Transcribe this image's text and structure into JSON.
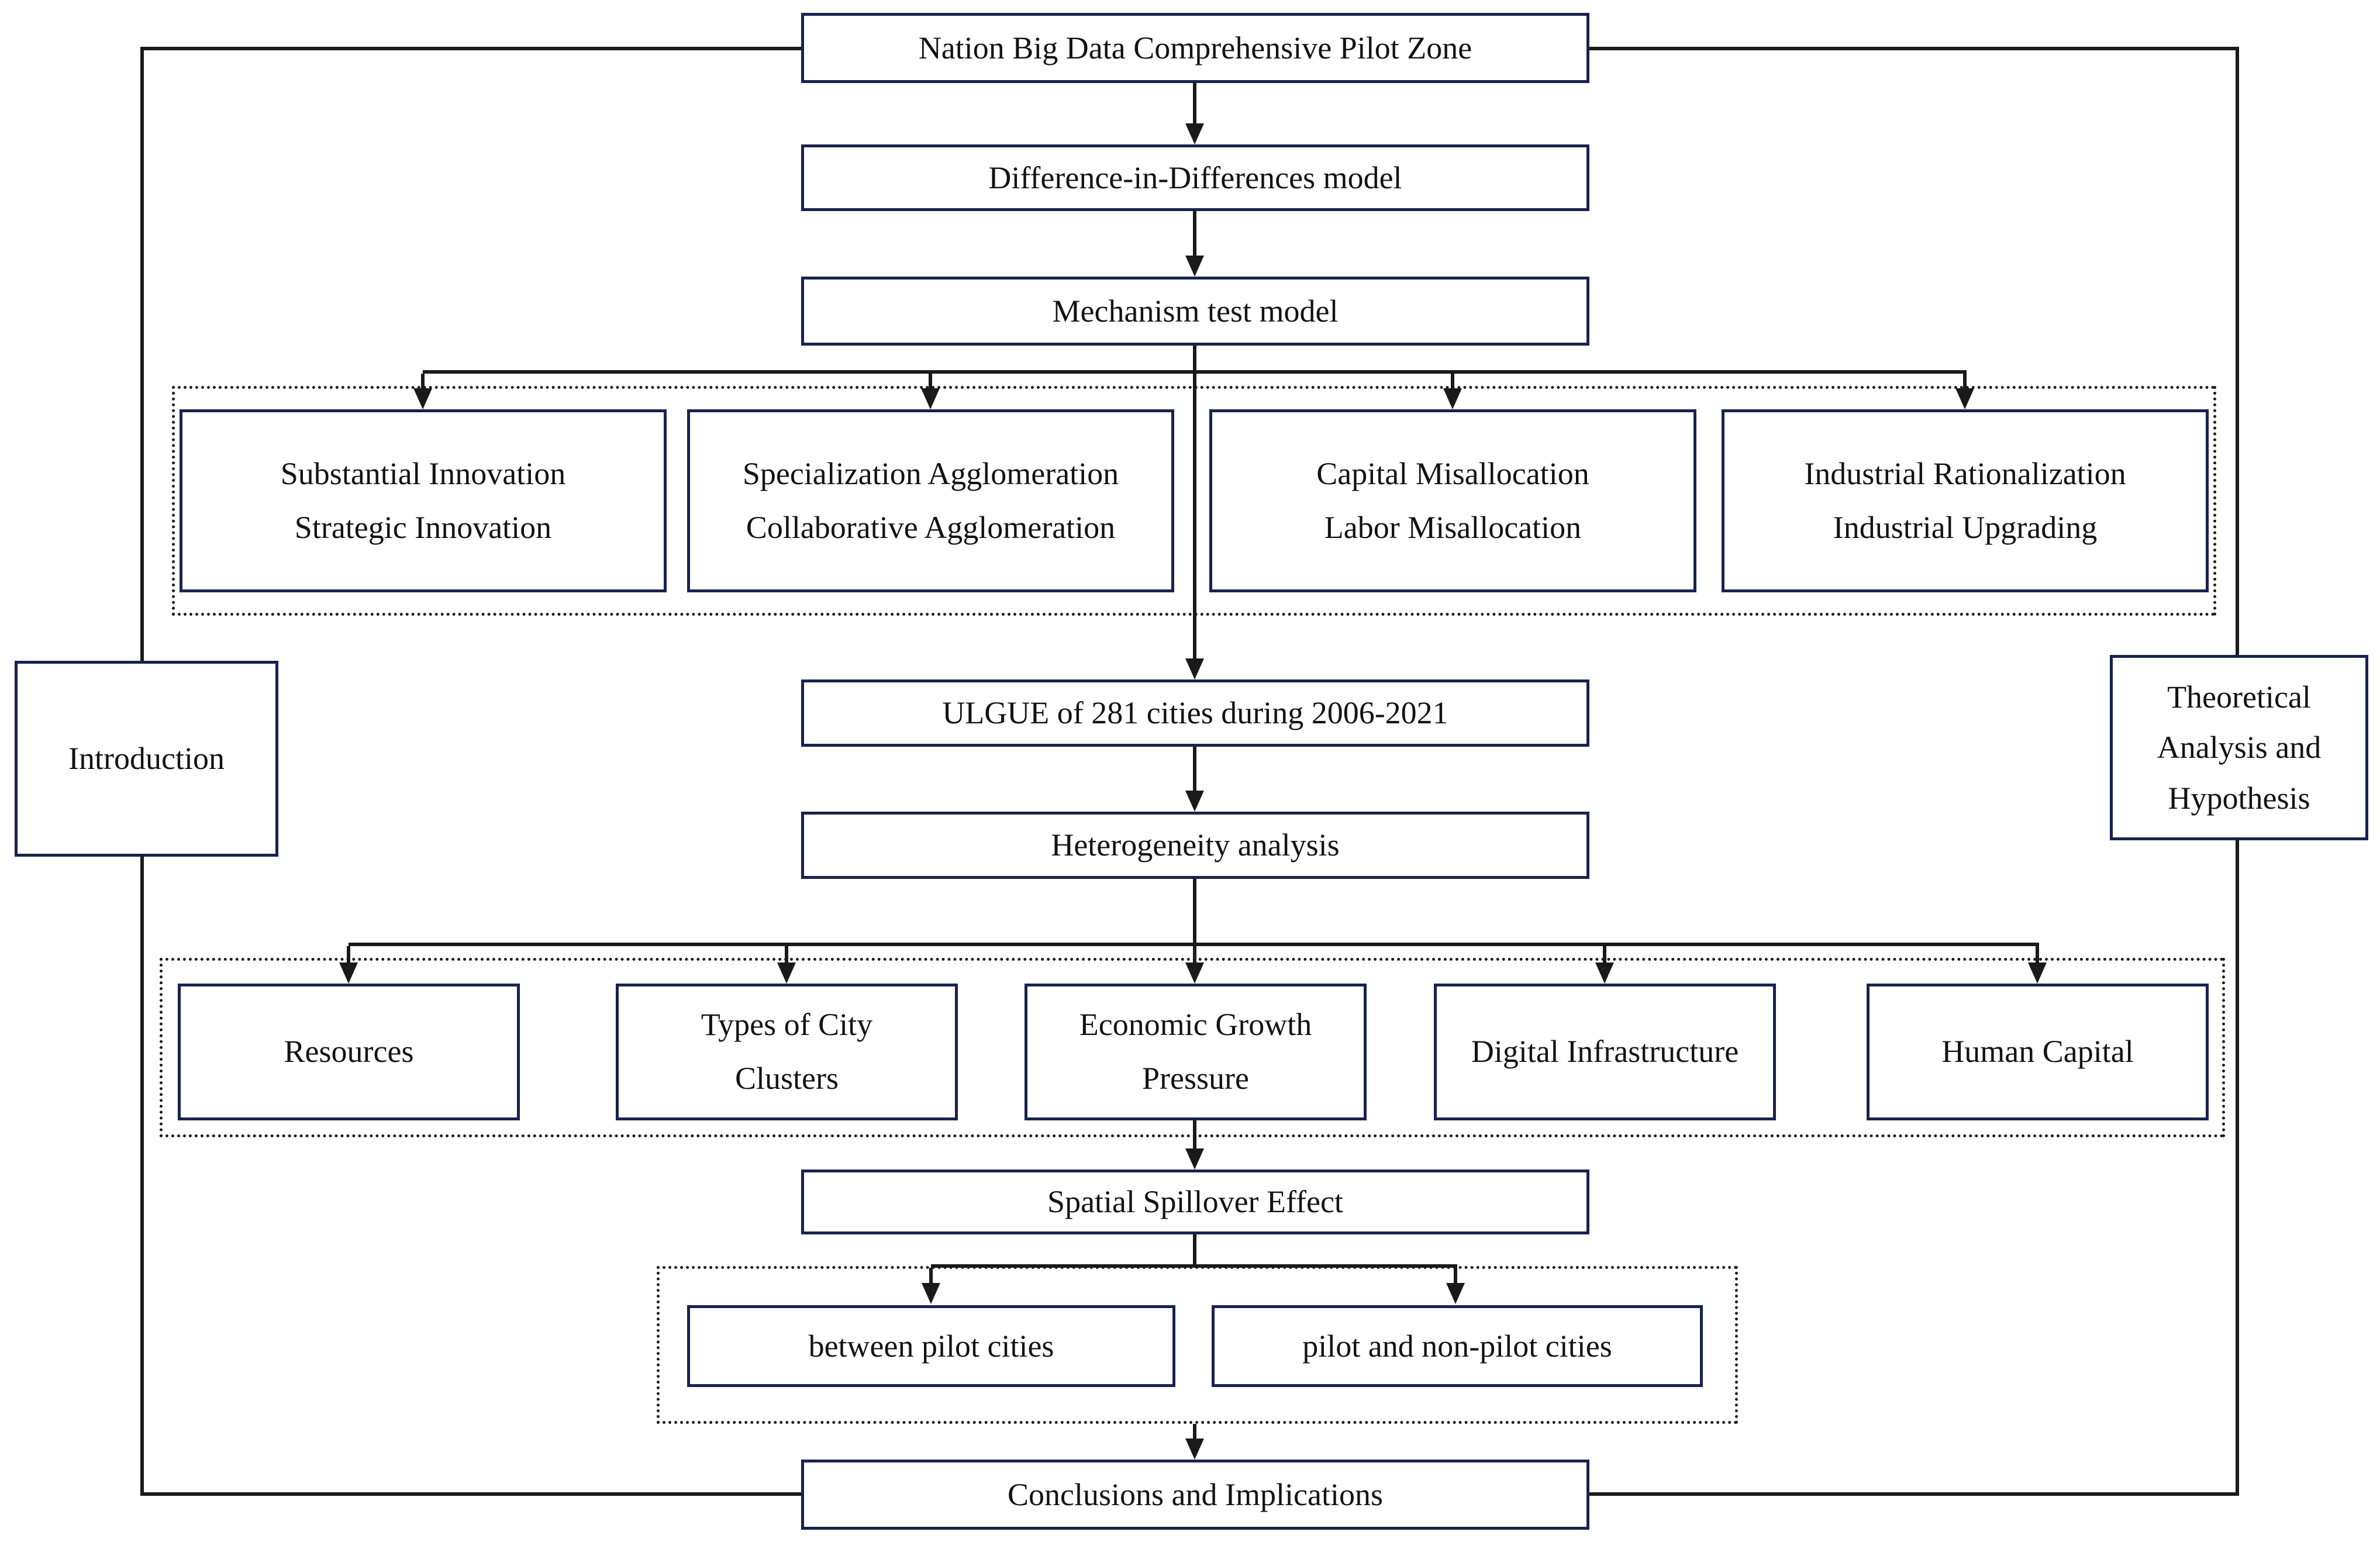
{
  "colors": {
    "box_border": "#18234e",
    "line": "#1a1a1a",
    "text": "#131313",
    "background": "#ffffff"
  },
  "nodes": {
    "pilot_zone": "Nation Big Data Comprehensive Pilot Zone",
    "did_model": "Difference-in-Differences model",
    "mechanism_model": "Mechanism test model",
    "ulgue": "ULGUE of 281 cities during 2006-2021",
    "heterogeneity": "Heterogeneity analysis",
    "spatial": "Spatial Spillover Effect",
    "conclusions": "Conclusions and Implications",
    "introduction": "Introduction",
    "theoretical": "Theoretical Analysis and Hypothesis"
  },
  "mechanism_boxes": [
    {
      "line1": "Substantial Innovation",
      "line2": "Strategic Innovation"
    },
    {
      "line1": "Specialization Agglomeration",
      "line2": "Collaborative Agglomeration"
    },
    {
      "line1": "Capital Misallocation",
      "line2": "Labor Misallocation"
    },
    {
      "line1": "Industrial Rationalization",
      "line2": "Industrial Upgrading"
    }
  ],
  "heterogeneity_boxes": [
    {
      "line1": "Resources",
      "line2": ""
    },
    {
      "line1": "Types of City",
      "line2": "Clusters"
    },
    {
      "line1": "Economic Growth",
      "line2": "Pressure"
    },
    {
      "line1": "Digital Infrastructure",
      "line2": ""
    },
    {
      "line1": "Human Capital",
      "line2": ""
    }
  ],
  "spillover_boxes": [
    {
      "label": "between pilot cities"
    },
    {
      "label": "pilot and non-pilot cities"
    }
  ]
}
